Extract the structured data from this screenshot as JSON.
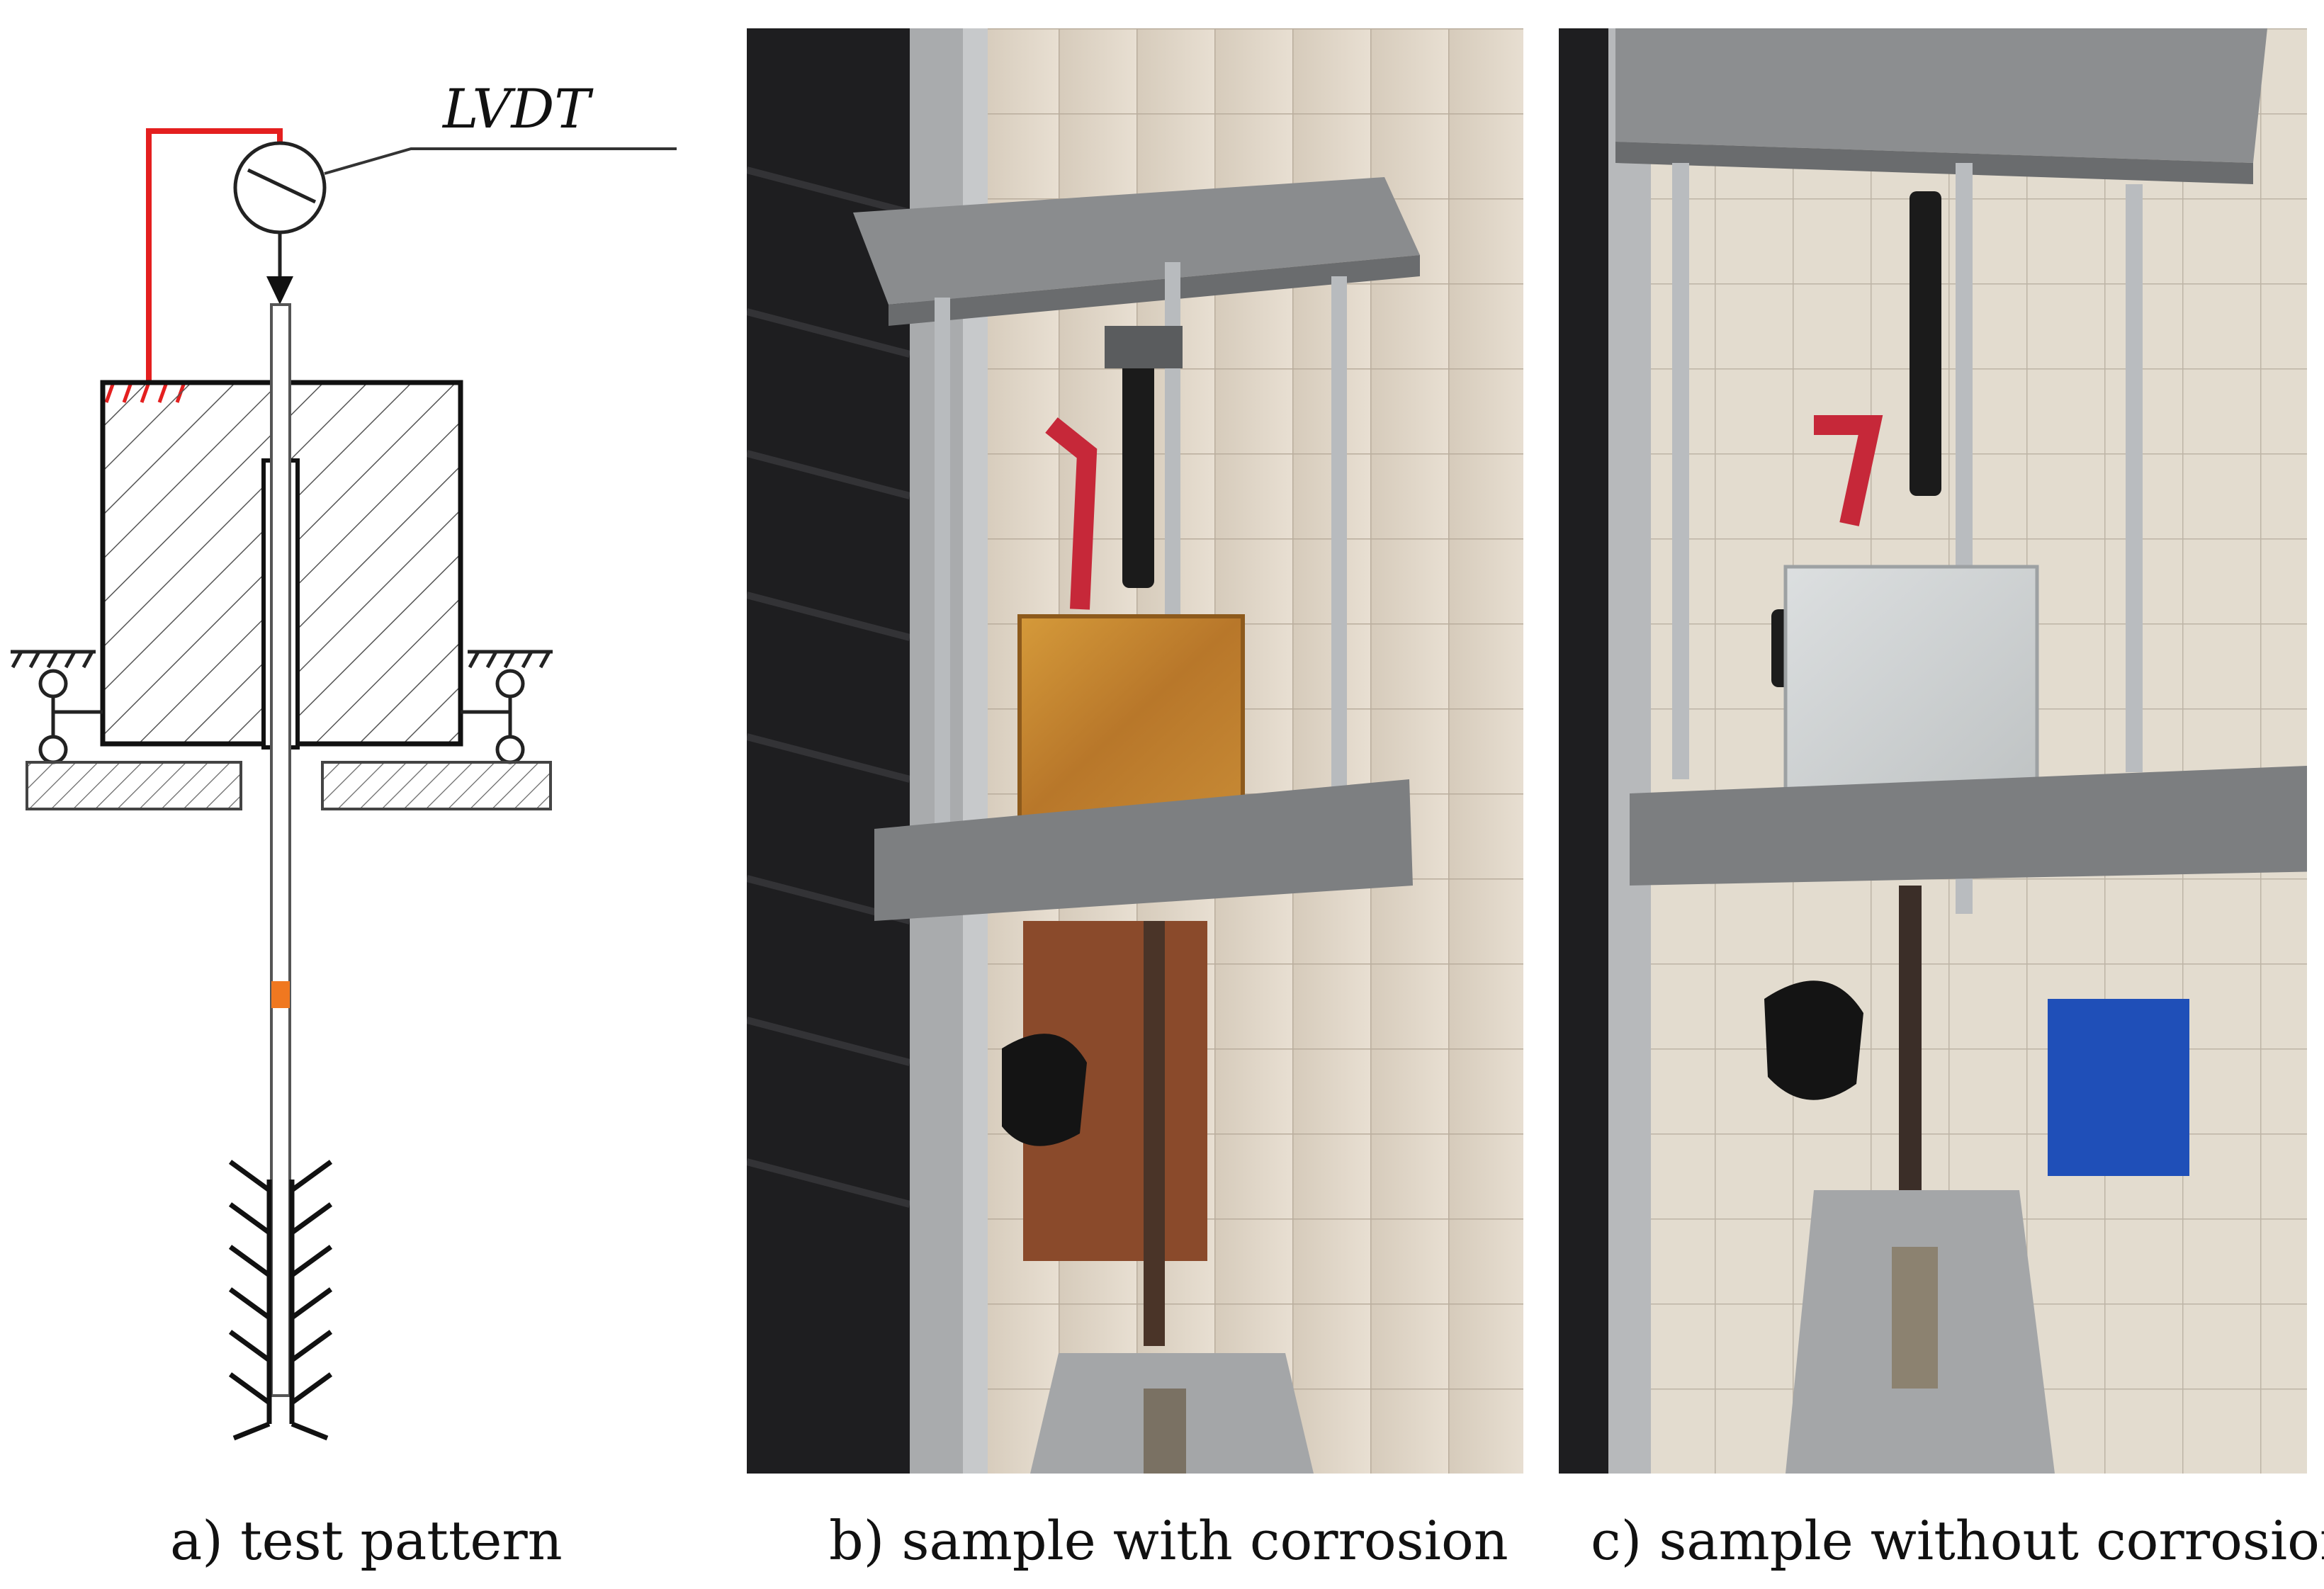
{
  "panels": {
    "a": {
      "caption": "a) test pattern",
      "sensor_label": "LVDT",
      "colors": {
        "fixture_line": "#e41f1f",
        "marker": "#f07820",
        "line": "#222222"
      }
    },
    "b": {
      "caption": "b) sample with corrosion",
      "colors": {
        "specimen": "#c9872a"
      }
    },
    "c": {
      "caption": "c) sample without corrosion",
      "colors": {
        "specimen": "#cfd2d3"
      }
    }
  }
}
